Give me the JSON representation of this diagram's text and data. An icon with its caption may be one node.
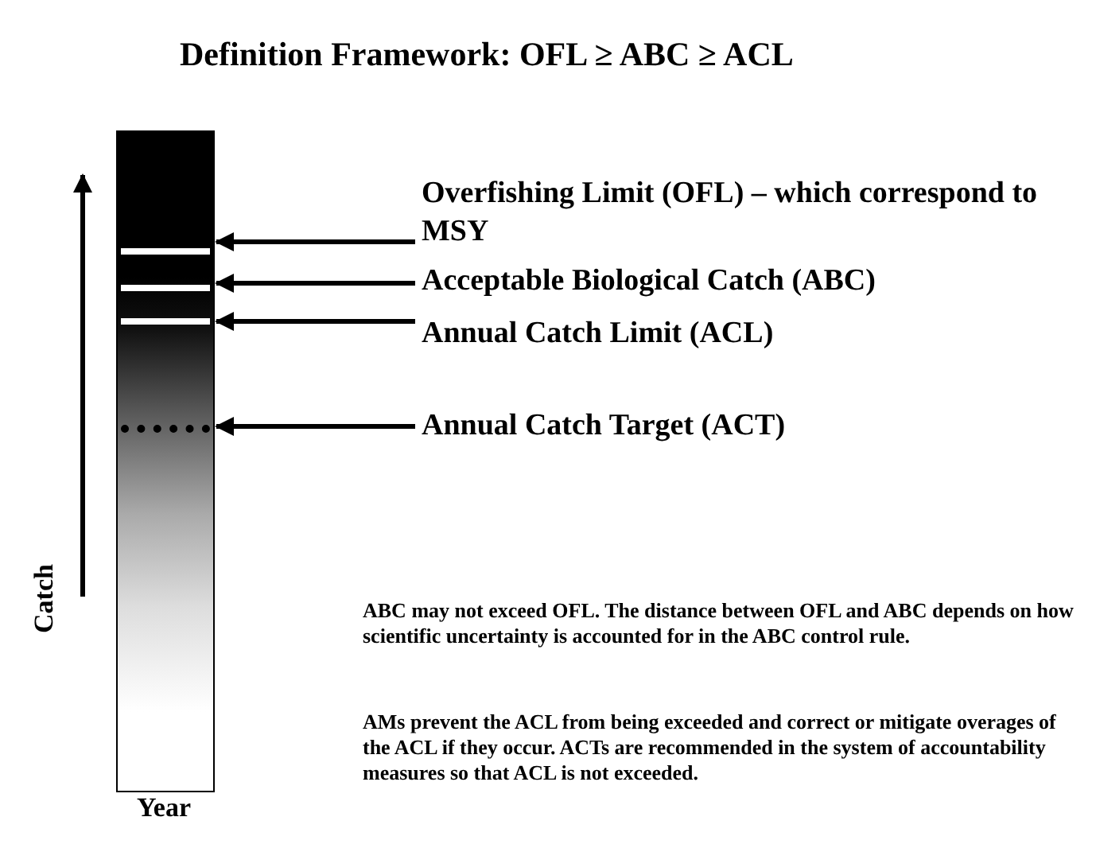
{
  "diagram": {
    "title": "Definition Framework: OFL ≥ ABC ≥ ACL",
    "nodes": [
      {
        "text": [],
        "shape": "bar"
      },
      {
        "text": [
          "Overfishing Limit (OFL) – which correspond to MSY"
        ]
      },
      {
        "text": [
          "Acceptable Biological Catch (ABC)"
        ]
      },
      {
        "text": [
          "Annual Catch Limit (ACL)"
        ]
      },
      {
        "text": [
          "Annual Catch Target (ACT)"
        ]
      }
    ],
    "edges": [
      {
        "from": 1,
        "to": 0,
        "arrow": "to"
      },
      {
        "from": 2,
        "to": 0,
        "arrow": "to"
      },
      {
        "from": 3,
        "to": 0,
        "arrow": "to"
      },
      {
        "from": 4,
        "to": 0,
        "arrow": "to"
      }
    ],
    "labels": [
      "ABC may not exceed OFL. The distance between OFL and ABC depends on how scientific uncertainty is accounted for in the ABC control rule.",
      "AMs prevent the ACL from being exceeded and correct or mitigate overages of the ACL if they occur. ACTs are recommended in the system of accountability measures so that ACL is not exceeded.",
      "Catch",
      "Year"
    ]
  }
}
